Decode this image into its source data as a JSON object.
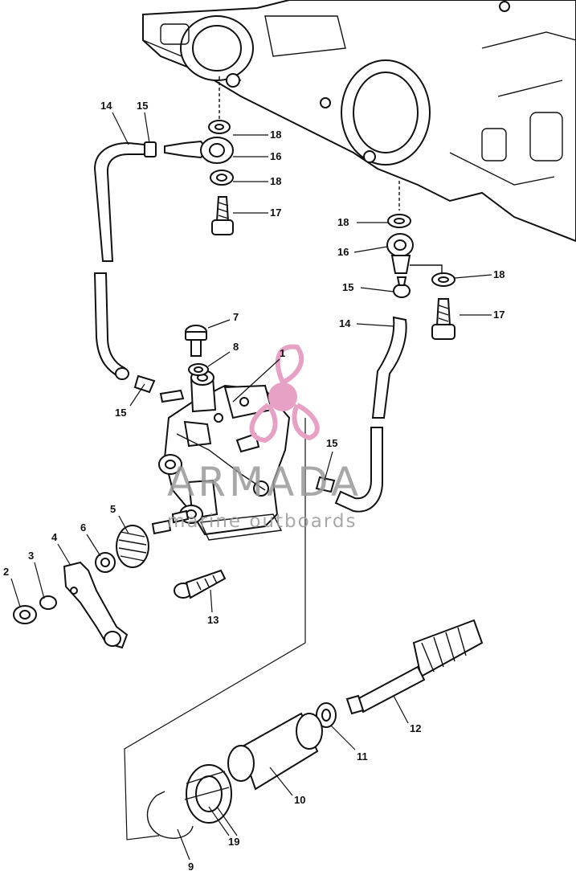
{
  "labels": {
    "p1": "1",
    "p2": "2",
    "p3": "3",
    "p4": "4",
    "p5": "5",
    "p6": "6",
    "p7": "7",
    "p8": "8",
    "p9": "9",
    "p10": "10",
    "p11": "11",
    "p12": "12",
    "p13": "13",
    "p14a": "14",
    "p14b": "14",
    "p15a": "15",
    "p15b": "15",
    "p15c": "15",
    "p15d": "15",
    "p16a": "16",
    "p16b": "16",
    "p17a": "17",
    "p17b": "17",
    "p18a": "18",
    "p18b": "18",
    "p18c": "18",
    "p18d": "18",
    "p19": "19"
  },
  "watermark": {
    "brand": "ARMADA",
    "tagline": "marine outboards",
    "logo_color": "#e7a1c4"
  }
}
